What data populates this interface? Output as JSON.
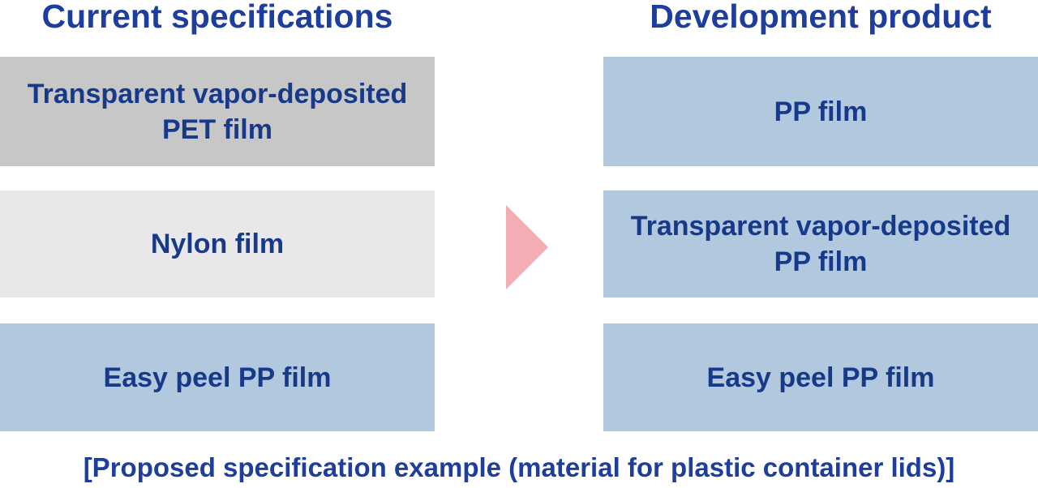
{
  "page": {
    "background": "#ffffff",
    "caption": "[Proposed specification example (material for plastic container lids)]"
  },
  "colors": {
    "title_text": "#1d3e9c",
    "box_text": "#17398a",
    "caption_text": "#1d3e9c",
    "gray_box": "#c7c7c7",
    "light_gray_box": "#e8e8ea",
    "blue_box": "#b2c8de",
    "arrow": "#f2aeb2"
  },
  "columns": {
    "current": {
      "title": "Current specifications",
      "layers": [
        {
          "name": "transparent-vapor-deposited-pet-film",
          "fill": "#c7c7c7",
          "lines": [
            "Transparent vapor-deposited",
            "PET film"
          ]
        },
        {
          "name": "nylon-film",
          "fill": "#e8e8ea",
          "lines": [
            "Nylon film"
          ]
        },
        {
          "name": "easy-peel-pp-film",
          "fill": "#b2c8de",
          "lines": [
            "Easy peel PP film"
          ]
        }
      ]
    },
    "development": {
      "title": "Development product",
      "layers": [
        {
          "name": "pp-film",
          "fill": "#b2c8de",
          "lines": [
            "PP film"
          ]
        },
        {
          "name": "transparent-vapor-deposited-pp-film",
          "fill": "#b2c8de",
          "lines": [
            "Transparent vapor-deposited",
            "PP film"
          ]
        },
        {
          "name": "easy-peel-pp-film",
          "fill": "#b2c8de",
          "lines": [
            "Easy peel PP film"
          ]
        }
      ]
    }
  },
  "arrow": {
    "meaning": "transition from current specification to development product",
    "direction": "right",
    "color": "#f2aeb2"
  }
}
